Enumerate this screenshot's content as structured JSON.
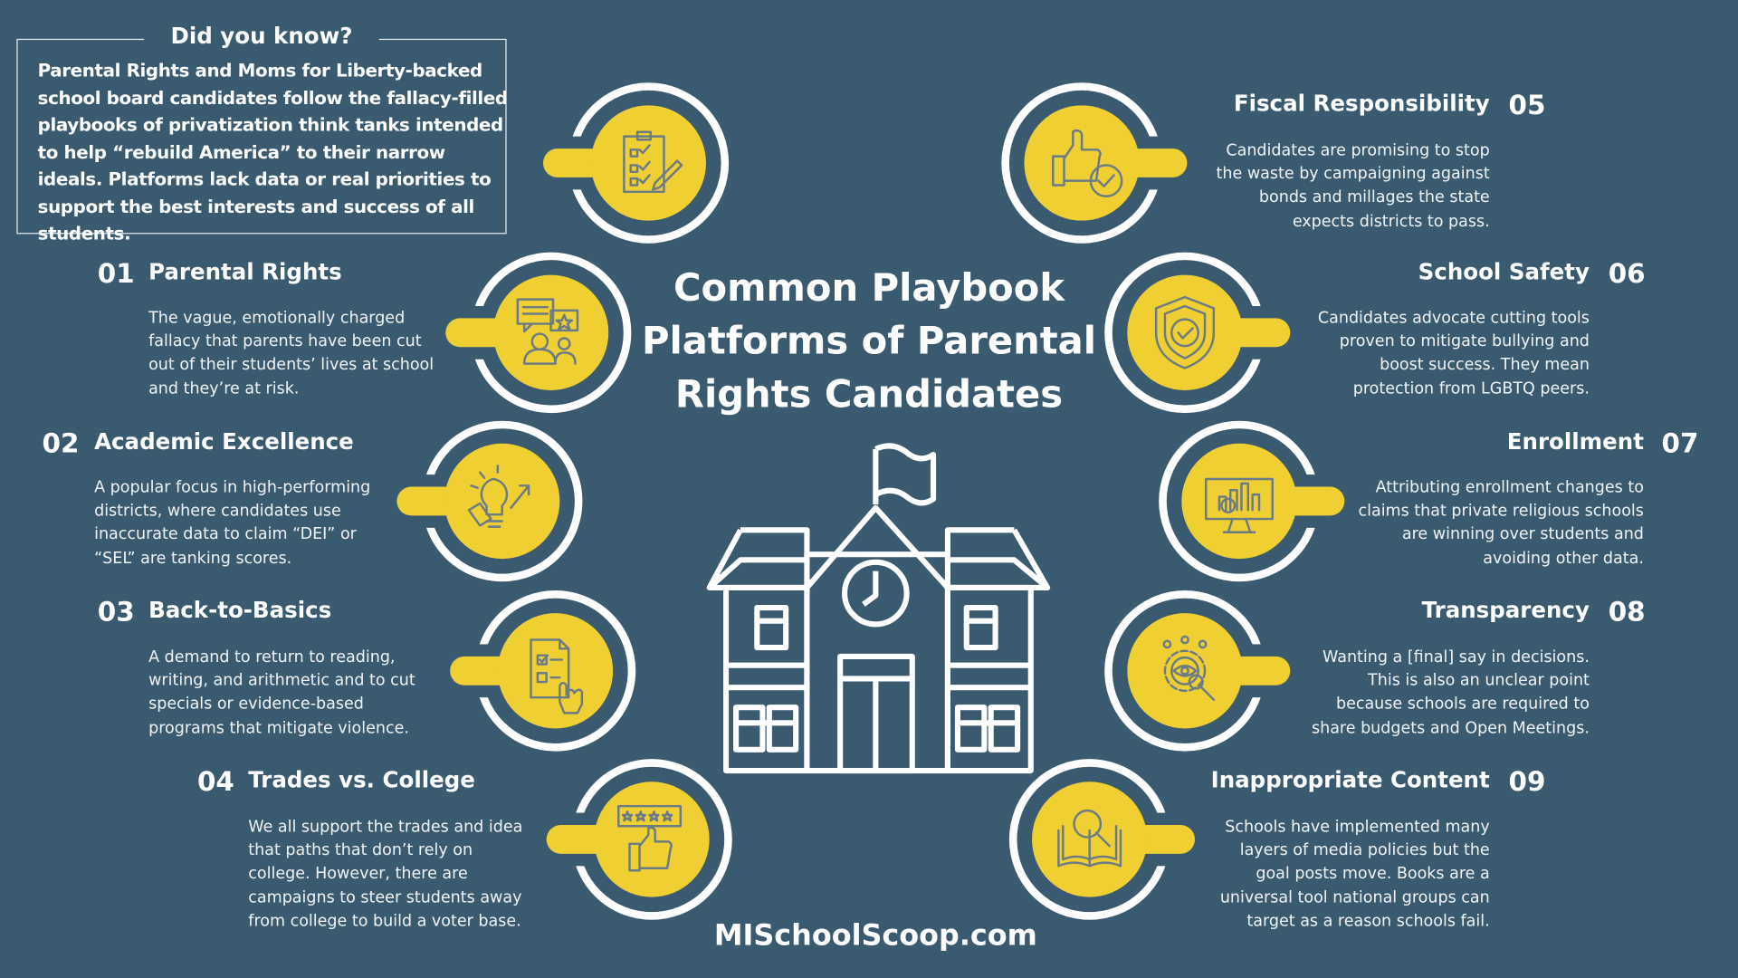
{
  "did_you_know": {
    "title": "Did you know?",
    "body": "Parental Rights and Moms for Liberty-backed school board candidates follow the fallacy-filled playbooks of privatization think tanks intended to help “rebuild America” to their narrow ideals. Platforms lack data or real priorities to support the best interests and success of all students."
  },
  "title": "Common Playbook Platforms of Parental Rights Candidates",
  "footer": "MISchoolScoop.com",
  "colors": {
    "background": "#3a5a70",
    "accent": "#f0cf33",
    "icon": "#6b7b86"
  },
  "items": [
    {
      "number": "01",
      "heading": "Parental Rights",
      "body": "The vague, emotionally charged fallacy that parents have been cut out of their students’ lives at school and they’re at risk.",
      "icon": "chat-people-icon"
    },
    {
      "number": "02",
      "heading": "Academic Excellence",
      "body": "A popular focus in high-performing districts, where candidates use inaccurate data to claim “DEI” or “SEL” are tanking scores.",
      "icon": "lightbulb-growth-icon"
    },
    {
      "number": "03",
      "heading": "Back-to-Basics",
      "body": "A demand to return to reading, writing, and arithmetic and to cut specials or evidence-based programs that mitigate violence.",
      "icon": "checklist-hand-icon"
    },
    {
      "number": "04",
      "heading": "Trades vs. College",
      "body": "We all support the trades and idea that paths that don’t rely on college. However, there are campaigns to steer students away from college to build a voter base.",
      "icon": "rating-thumbs-up-icon"
    },
    {
      "number": "05",
      "heading": "Fiscal Responsibility",
      "body": "Candidates are promising to stop the waste by campaigning against bonds and millages the state expects districts to pass.",
      "icon": "thumbs-up-check-icon"
    },
    {
      "number": "06",
      "heading": "School Safety",
      "body": "Candidates advocate cutting tools proven to mitigate bullying and boost success. They mean protection from LGBTQ peers.",
      "icon": "shield-check-icon"
    },
    {
      "number": "07",
      "heading": "Enrollment",
      "body": "Attributing enrollment changes to claims that private religious schools are winning over students and avoiding other data.",
      "icon": "monitor-chart-icon"
    },
    {
      "number": "08",
      "heading": "Transparency",
      "body": "Wanting a [final] say in decisions. This is also an unclear point because schools are required to share budgets and Open Meetings.",
      "icon": "gear-eye-icon"
    },
    {
      "number": "09",
      "heading": "Inappropriate Content",
      "body": "Schools have implemented many layers of media policies but the goal posts move. Books are a universal tool national groups can target as a reason schools fail.",
      "icon": "book-search-icon"
    }
  ],
  "top_left_icon": "clipboard-checklist-icon"
}
